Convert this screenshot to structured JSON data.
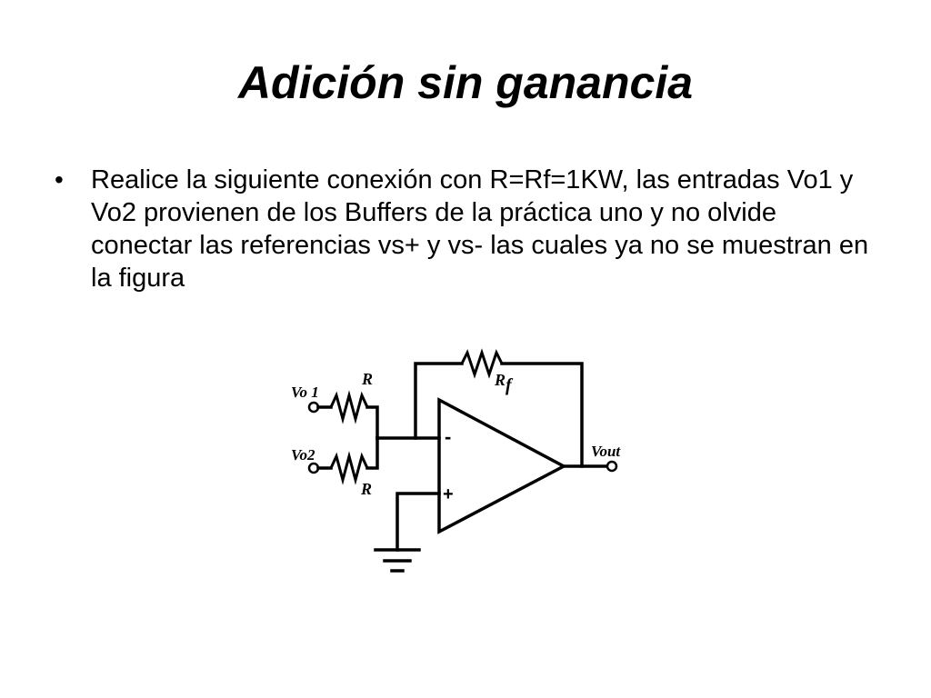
{
  "slide": {
    "title": "Adición sin ganancia",
    "bullets": [
      {
        "mark": "•",
        "text": "Realice la siguiente conexión con R=Rf=1KW, las entradas Vo1 y Vo2 provienen de los Buffers de la práctica uno y no olvide conectar las referencias vs+ y vs- las cuales ya no se muestran en la figura"
      }
    ]
  },
  "circuit": {
    "labels": {
      "vo1": "Vo 1",
      "vo2": "Vo2",
      "r_top": "R",
      "r_bottom": "R",
      "rf_main": "R",
      "rf_sub": "f",
      "vout": "Vout",
      "minus": "-",
      "plus": "+"
    }
  }
}
